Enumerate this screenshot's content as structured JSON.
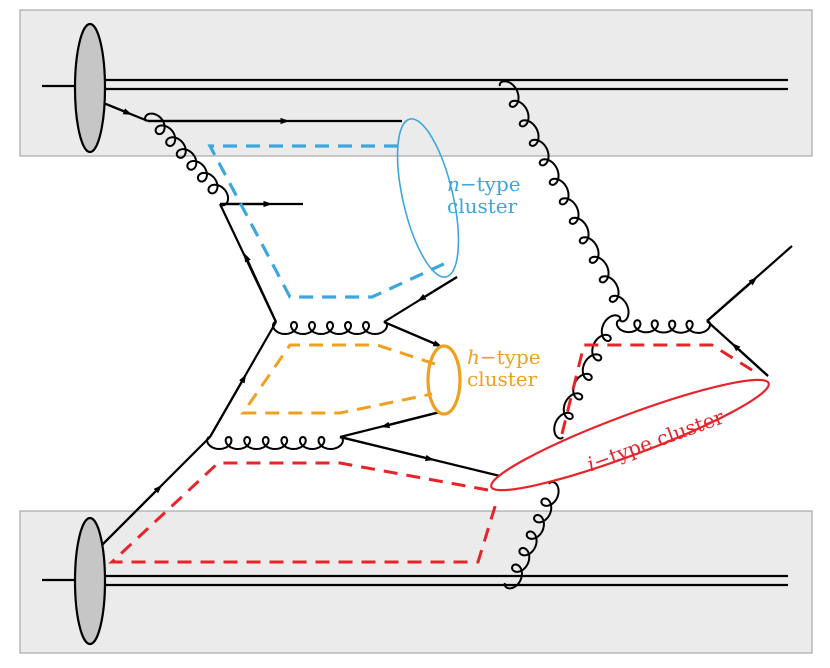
{
  "labels": {
    "n_type": {
      "var": "n",
      "line1_rest": "−type",
      "line2": "cluster"
    },
    "h_type": {
      "var": "h",
      "line1_rest": "−type",
      "line2": "cluster"
    },
    "i_type": {
      "var": "i",
      "rest": "−type cluster"
    }
  },
  "colors": {
    "beam_box": "#ebebeb",
    "beam_box_border": "#9a9a9a",
    "blob": "#c6c6c6",
    "line": "#000000",
    "n_cluster": "#3da6dc",
    "h_cluster": "#f0a020",
    "i_cluster": "#e8242a"
  }
}
